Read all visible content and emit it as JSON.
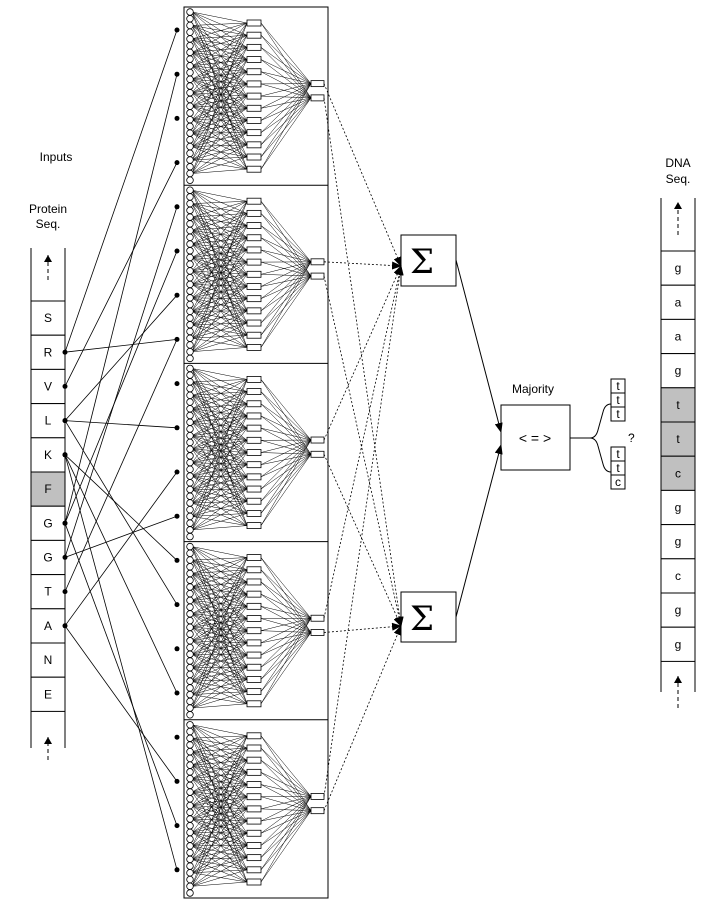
{
  "labels": {
    "inputs": "Inputs",
    "protein_seq": [
      "Protein",
      "Seq."
    ],
    "dna_seq": [
      "DNA",
      "Seq."
    ],
    "majority": "Majority",
    "comparator": "< = >",
    "sigma": "Σ",
    "question": "?"
  },
  "protein_sequence": [
    {
      "residue": "S",
      "highlighted": false
    },
    {
      "residue": "R",
      "highlighted": false
    },
    {
      "residue": "V",
      "highlighted": false
    },
    {
      "residue": "L",
      "highlighted": false
    },
    {
      "residue": "K",
      "highlighted": false
    },
    {
      "residue": "F",
      "highlighted": true
    },
    {
      "residue": "G",
      "highlighted": false
    },
    {
      "residue": "G",
      "highlighted": false
    },
    {
      "residue": "T",
      "highlighted": false
    },
    {
      "residue": "A",
      "highlighted": false
    },
    {
      "residue": "N",
      "highlighted": false
    },
    {
      "residue": "E",
      "highlighted": false
    }
  ],
  "dna_sequence": [
    {
      "base": "g",
      "highlighted": false
    },
    {
      "base": "a",
      "highlighted": false
    },
    {
      "base": "a",
      "highlighted": false
    },
    {
      "base": "g",
      "highlighted": false
    },
    {
      "base": "t",
      "highlighted": true
    },
    {
      "base": "t",
      "highlighted": true
    },
    {
      "base": "c",
      "highlighted": true
    },
    {
      "base": "g",
      "highlighted": false
    },
    {
      "base": "g",
      "highlighted": false
    },
    {
      "base": "c",
      "highlighted": false
    },
    {
      "base": "g",
      "highlighted": false
    },
    {
      "base": "g",
      "highlighted": false
    }
  ],
  "output_codons": [
    [
      "t",
      "t",
      "t"
    ],
    [
      "t",
      "t",
      "c"
    ]
  ],
  "network_count": 5,
  "colors": {
    "highlight": "#c0c0c0",
    "stroke": "#000000",
    "background": "#ffffff"
  }
}
